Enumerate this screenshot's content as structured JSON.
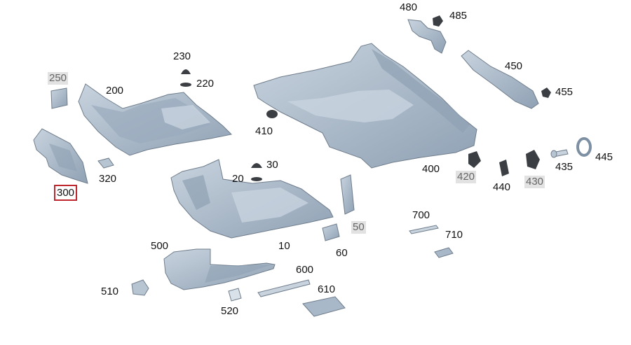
{
  "diagram": {
    "colors": {
      "part_fill": "#a9b8c8",
      "part_dark": "#7d8fa2",
      "part_light": "#c8d3de",
      "clip": "#3b3f44",
      "highlight_border": "#c0262d",
      "grey_label_bg": "#e2e2e2"
    },
    "labels": {
      "p10": "10",
      "p20": "20",
      "p30": "30",
      "p50": "50",
      "p60": "60",
      "p200": "200",
      "p220": "220",
      "p230": "230",
      "p250": "250",
      "p300": "300",
      "p320": "320",
      "p400": "400",
      "p410": "410",
      "p420": "420",
      "p430": "430",
      "p435": "435",
      "p440": "440",
      "p445": "445",
      "p450": "450",
      "p455": "455",
      "p480": "480",
      "p485": "485",
      "p500": "500",
      "p510": "510",
      "p520": "520",
      "p600": "600",
      "p610": "610",
      "p700": "700",
      "p710": "710"
    }
  }
}
